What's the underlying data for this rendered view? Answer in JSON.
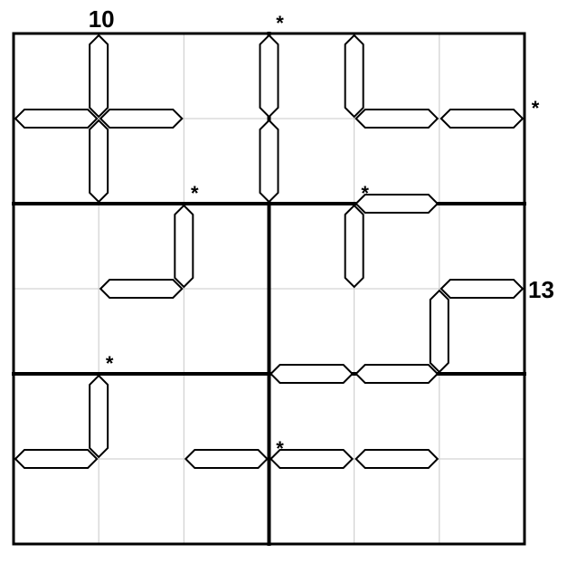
{
  "puzzle": {
    "rows": 6,
    "cols": 6,
    "clues": [
      {
        "text": "10",
        "side": "top",
        "index": 1
      },
      {
        "text": "13",
        "side": "right",
        "index": 3
      }
    ],
    "regions": [
      [
        0,
        0,
        0,
        1,
        1,
        1
      ],
      [
        0,
        0,
        0,
        1,
        1,
        1
      ],
      [
        2,
        2,
        2,
        3,
        3,
        3
      ],
      [
        2,
        2,
        2,
        3,
        3,
        3
      ],
      [
        4,
        4,
        4,
        5,
        5,
        5
      ],
      [
        4,
        4,
        4,
        5,
        5,
        5
      ]
    ],
    "segments": [
      [
        0,
        1,
        1,
        1
      ],
      [
        1,
        0,
        1,
        1
      ],
      [
        1,
        1,
        1,
        2
      ],
      [
        1,
        1,
        2,
        1
      ],
      [
        0,
        3,
        1,
        3
      ],
      [
        1,
        3,
        2,
        3
      ],
      [
        0,
        4,
        1,
        4
      ],
      [
        1,
        4,
        1,
        5
      ],
      [
        1,
        5,
        1,
        6
      ],
      [
        2,
        4,
        2,
        5
      ],
      [
        2,
        4,
        3,
        4
      ],
      [
        2,
        2,
        3,
        2
      ],
      [
        3,
        1,
        3,
        2
      ],
      [
        3,
        5,
        3,
        6
      ],
      [
        3,
        5,
        4,
        5
      ],
      [
        4,
        3,
        4,
        4
      ],
      [
        4,
        4,
        4,
        5
      ],
      [
        4,
        1,
        5,
        1
      ],
      [
        5,
        0,
        5,
        1
      ],
      [
        5,
        2,
        5,
        3
      ],
      [
        5,
        3,
        5,
        4
      ],
      [
        5,
        4,
        5,
        5
      ]
    ],
    "stars": [
      [
        0,
        3
      ],
      [
        1,
        6
      ],
      [
        2,
        2
      ],
      [
        2,
        4
      ],
      [
        4,
        1
      ],
      [
        5,
        3
      ]
    ]
  }
}
